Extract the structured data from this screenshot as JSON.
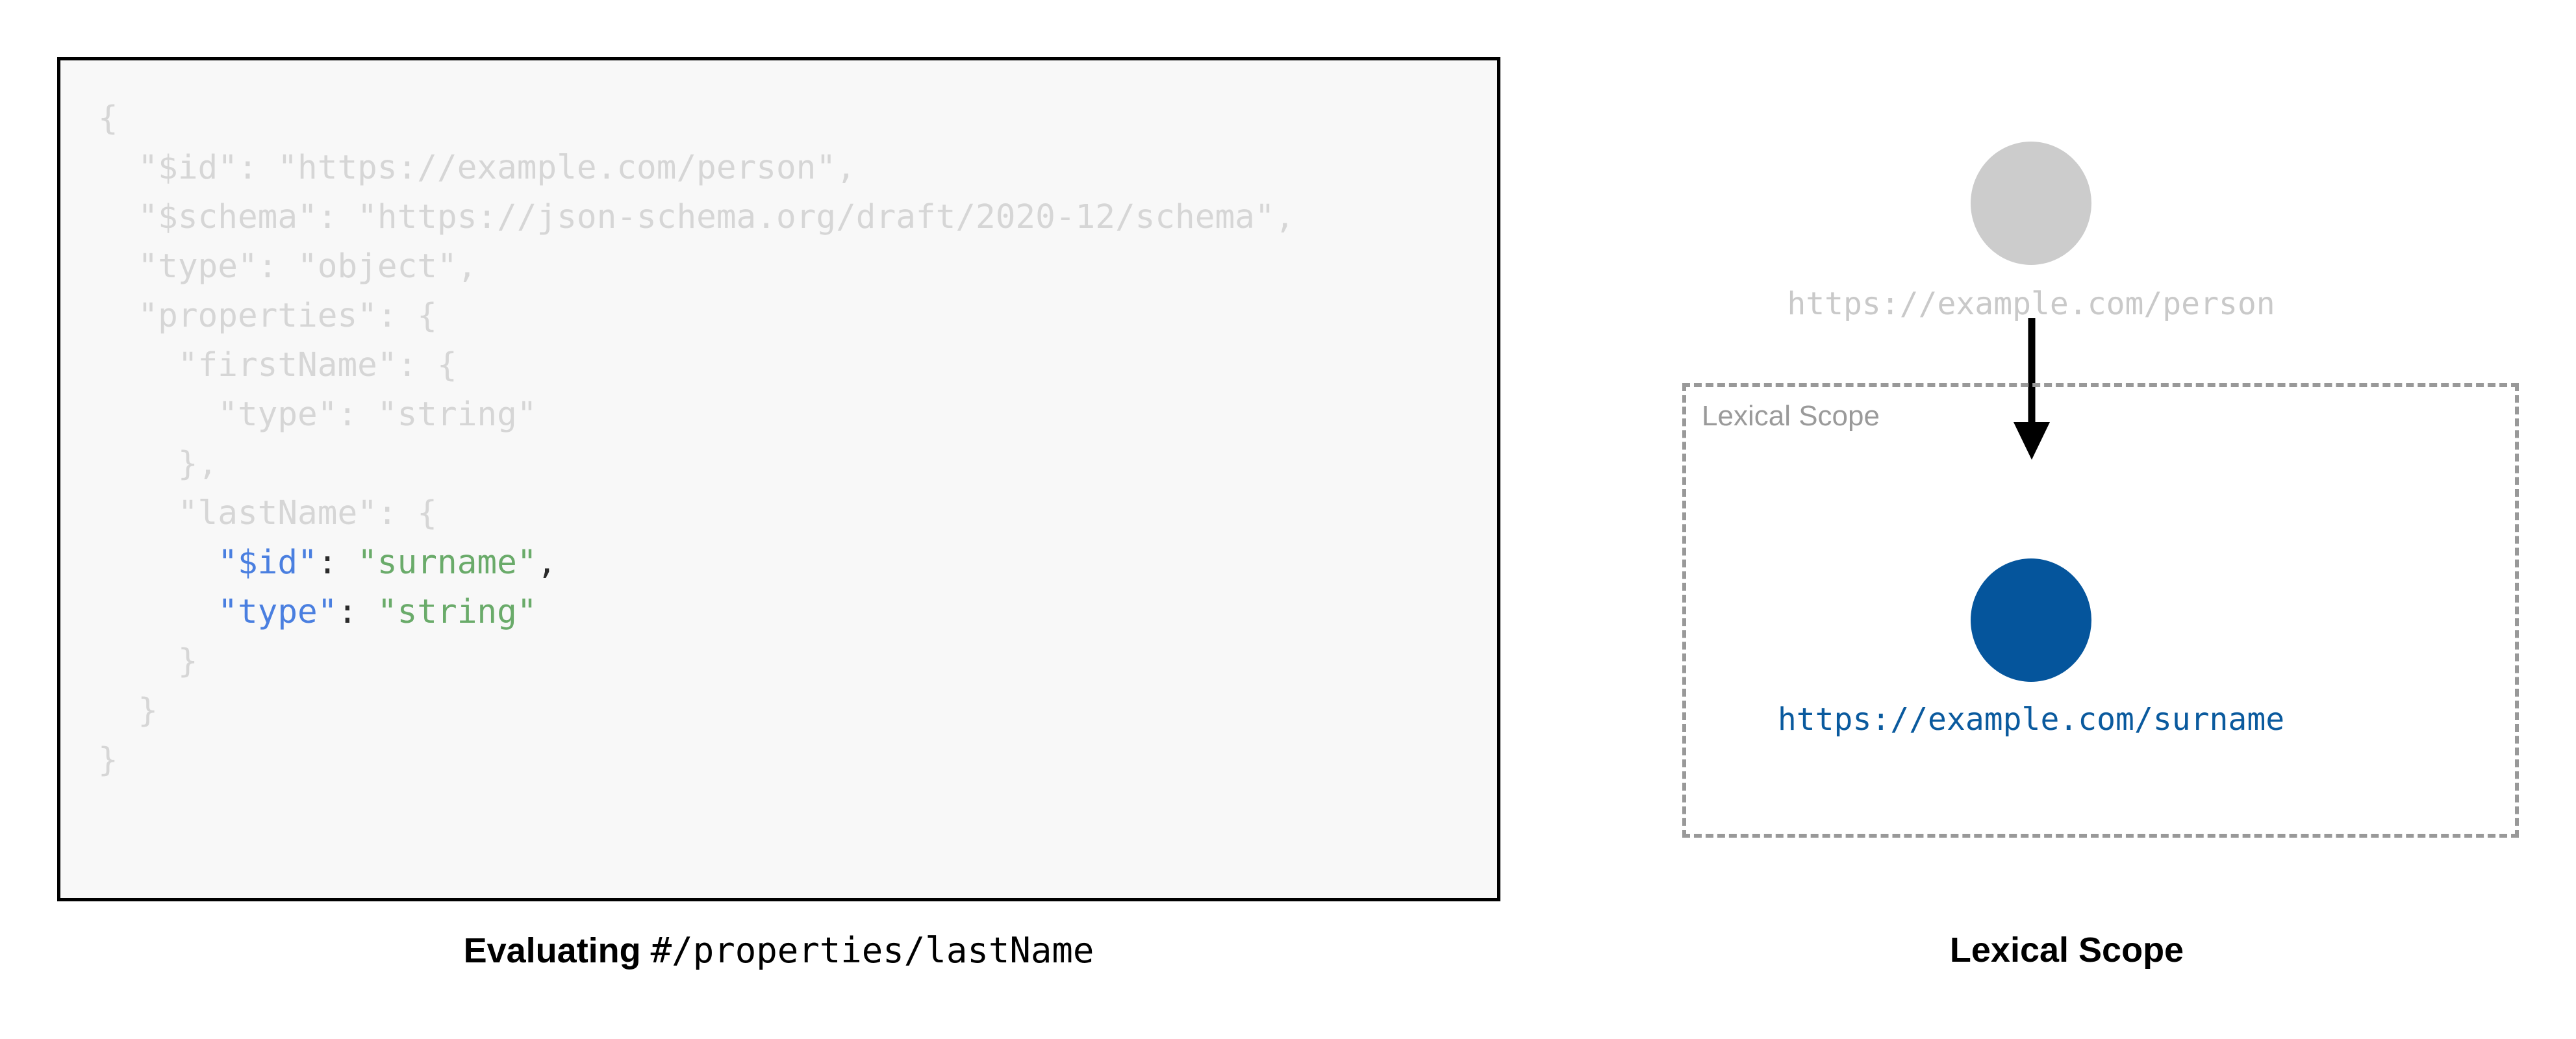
{
  "figure": {
    "left_panel": {
      "caption_bold": "Evaluating",
      "caption_mono": "#/properties/lastName",
      "code_lines": [
        {
          "indent": 0,
          "segments": [
            {
              "text": "{",
              "style": "faded"
            }
          ]
        },
        {
          "indent": 1,
          "segments": [
            {
              "text": "\"$id\": \"https://example.com/person\",",
              "style": "faded"
            }
          ]
        },
        {
          "indent": 1,
          "segments": [
            {
              "text": "\"$schema\": \"https://json-schema.org/draft/2020-12/schema\",",
              "style": "faded"
            }
          ]
        },
        {
          "indent": 1,
          "segments": [
            {
              "text": "\"type\": \"object\",",
              "style": "faded"
            }
          ]
        },
        {
          "indent": 1,
          "segments": [
            {
              "text": "\"properties\": {",
              "style": "faded"
            }
          ]
        },
        {
          "indent": 2,
          "segments": [
            {
              "text": "\"firstName\": {",
              "style": "faded"
            }
          ]
        },
        {
          "indent": 3,
          "segments": [
            {
              "text": "\"type\": \"string\"",
              "style": "faded"
            }
          ]
        },
        {
          "indent": 2,
          "segments": [
            {
              "text": "},",
              "style": "faded"
            }
          ]
        },
        {
          "indent": 2,
          "segments": [
            {
              "text": "\"lastName\": {",
              "style": "faded"
            }
          ]
        },
        {
          "indent": 3,
          "segments": [
            {
              "text": "\"$id\"",
              "style": "key"
            },
            {
              "text": ": ",
              "style": "punct"
            },
            {
              "text": "\"surname\"",
              "style": "string"
            },
            {
              "text": ",",
              "style": "punct"
            }
          ]
        },
        {
          "indent": 3,
          "segments": [
            {
              "text": "\"type\"",
              "style": "key"
            },
            {
              "text": ": ",
              "style": "punct"
            },
            {
              "text": "\"string\"",
              "style": "string"
            }
          ]
        },
        {
          "indent": 2,
          "segments": [
            {
              "text": "}",
              "style": "faded"
            }
          ]
        },
        {
          "indent": 1,
          "segments": [
            {
              "text": "}",
              "style": "faded"
            }
          ]
        },
        {
          "indent": 0,
          "segments": [
            {
              "text": "}",
              "style": "faded"
            }
          ]
        }
      ]
    },
    "right_panel": {
      "caption_bold": "Lexical Scope",
      "outer_node_label": "https://example.com/person",
      "inner_node_label": "https://example.com/surname",
      "scope_box_label": "Lexical Scope"
    }
  },
  "colors": {
    "code_faded": "#d6d6d6",
    "code_key_blue": "#4a7fe0",
    "code_string_green": "#6aab6a",
    "code_punct": "#2b2b2b",
    "code_panel_bg": "#f8f8f8",
    "code_panel_border": "#000000",
    "outer_node_gray": "#cccccc",
    "outer_label_gray": "#c9c9c9",
    "inner_node_blue": "#05559c",
    "inner_label_blue": "#0a5a9e",
    "scope_dash_gray": "#999999",
    "scope_label_gray": "#9a9a9a",
    "arrow_black": "#000000"
  }
}
